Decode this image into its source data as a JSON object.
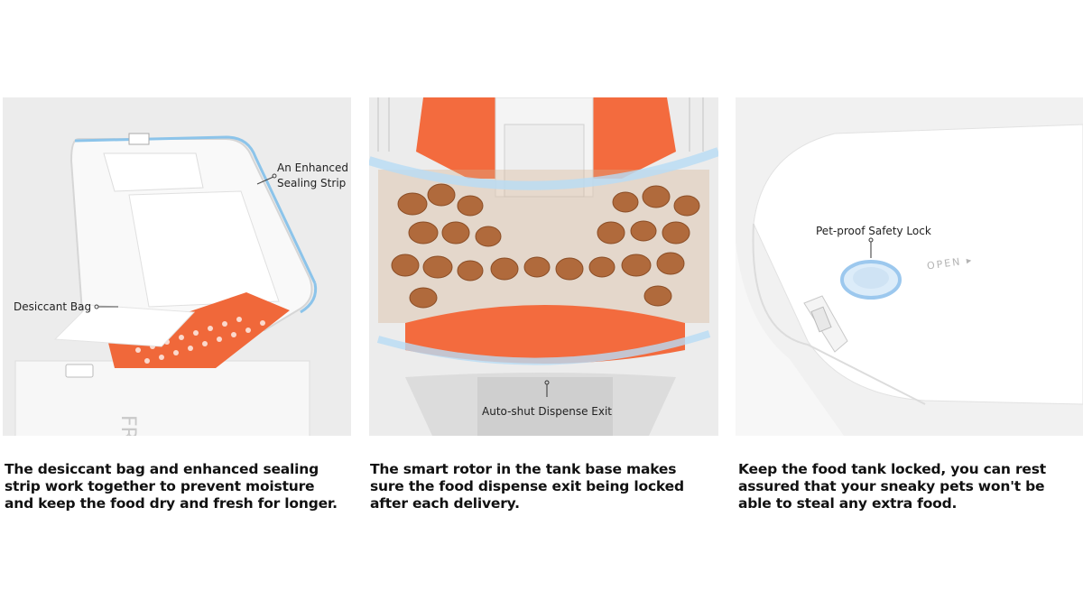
{
  "panels": [
    {
      "callouts": {
        "sealing_strip": "An Enhanced\nSealing Strip",
        "desiccant": "Desiccant Bag"
      },
      "product_mark": "FR",
      "caption": "The desiccant bag and enhanced sealing strip work together to prevent moisture and keep the food dry and fresh for longer."
    },
    {
      "callouts": {
        "exit": "Auto-shut Dispense Exit"
      },
      "caption": "The smart rotor in the tank base makes sure the food dispense exit being locked after each delivery."
    },
    {
      "callouts": {
        "lock": "Pet-proof Safety Lock",
        "open_mark": "OPEN ▸"
      },
      "caption": "Keep the food tank locked, you can rest assured that your sneaky pets won't be able to steal any extra food."
    }
  ],
  "colors": {
    "accent_orange": "#f0683a",
    "seal_blue": "#8cc4ea",
    "lock_blue": "#9cc8ee"
  }
}
